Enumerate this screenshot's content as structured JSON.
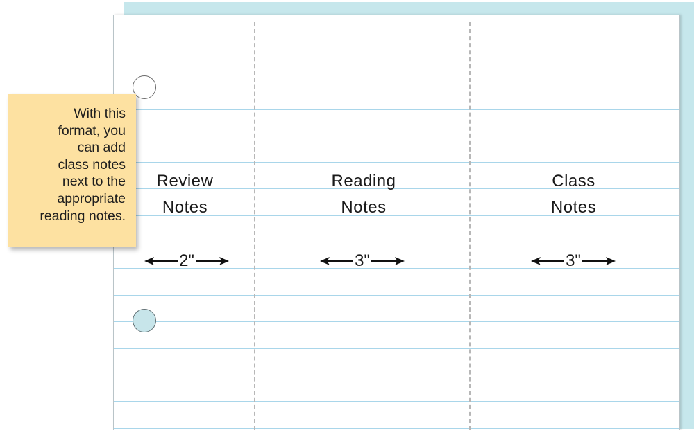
{
  "callout": {
    "lines": [
      "With this",
      "format, you",
      "can add",
      "class notes",
      "next to the",
      "appropriate",
      "reading notes."
    ]
  },
  "columns": [
    {
      "line1": "Review",
      "line2": "Notes",
      "width_label": "2\""
    },
    {
      "line1": "Reading",
      "line2": "Notes",
      "width_label": "3\""
    },
    {
      "line1": "Class",
      "line2": "Notes",
      "width_label": "3\""
    }
  ],
  "colors": {
    "back_sheet": "#c6e7ec",
    "ruled_lines": "#a9d6ea",
    "margin_line": "#f1c4cf",
    "column_dividers": "#b7b7b7",
    "callout": "#fde1a1"
  }
}
